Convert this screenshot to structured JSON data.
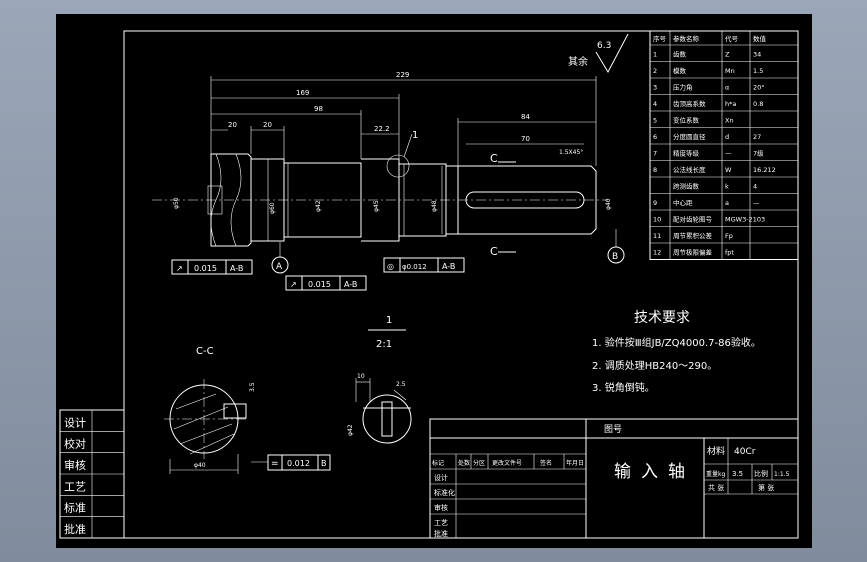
{
  "roughness": {
    "prefix": "其余",
    "value": "6.3"
  },
  "dimensions": {
    "overall": "229",
    "d_169": "169",
    "d_98": "98",
    "d_84": "84",
    "d_70": "70",
    "d_20a": "20",
    "d_20b": "20",
    "d_22": "22.2",
    "chamfer": "1.5X45°",
    "dia1": "φ50",
    "dia2": "φ60",
    "dia3": "φ42",
    "dia4": "φ45",
    "dia5": "φ48",
    "dia6": "φ40",
    "section_width": "10",
    "section_depth": "3.5",
    "detail_h": "10",
    "detail_w": "2.5"
  },
  "section_label": {
    "cut_left": "C",
    "cut_right": "C",
    "view_title": "C-C"
  },
  "detail": {
    "number": "1",
    "scale": "2:1"
  },
  "datums": {
    "a": "A",
    "b": "B"
  },
  "tolerances": [
    {
      "symbol": "↗",
      "value": "0.015",
      "datum": "A-B"
    },
    {
      "symbol": "↗",
      "value": "0.015",
      "datum": "A-B"
    },
    {
      "symbol": "◎",
      "value": "φ0.012",
      "datum": "A-B"
    },
    {
      "symbol": "=",
      "value": "0.012",
      "datum": "B"
    }
  ],
  "params": {
    "headers": [
      "序号",
      "参数名称",
      "代号",
      "数值"
    ],
    "rows": [
      [
        "1",
        "齿数",
        "Z",
        "34"
      ],
      [
        "2",
        "模数",
        "Mn",
        "1.5"
      ],
      [
        "3",
        "压力角",
        "α",
        "20°"
      ],
      [
        "4",
        "齿顶高系数",
        "h*a",
        "0.8"
      ],
      [
        "5",
        "变位系数",
        "Xn",
        ""
      ],
      [
        "6",
        "分度圆直径",
        "d",
        "27"
      ],
      [
        "7",
        "精度等级",
        "—",
        "7级"
      ],
      [
        "8",
        "公法线长度",
        "W",
        "16.212"
      ],
      [
        "",
        "跨测齿数",
        "k",
        "4"
      ],
      [
        "9",
        "中心距",
        "a",
        "—"
      ],
      [
        "10",
        "配对齿轮图号",
        "MGW3-2103",
        ""
      ],
      [
        "11",
        "周节累积公差",
        "Fp",
        ""
      ],
      [
        "12",
        "周节极限偏差",
        "fpt",
        ""
      ]
    ]
  },
  "tech": {
    "title": "技术要求",
    "items": [
      "1. 验件按Ⅲ组JB/ZQ4000.7-86验收。",
      "2. 调质处理HB240～290。",
      "3. 锐角倒钝。"
    ]
  },
  "left_block": [
    "设计",
    "校对",
    "审核",
    "工艺",
    "标准",
    "批准"
  ],
  "title_block": {
    "drawing_no": "图号",
    "part_name": "输入轴",
    "material_label": "材料",
    "material": "40Cr",
    "weight_label": "重量kg",
    "weight": "3.5",
    "scale_label": "比例",
    "scale": "1:1.5",
    "sheets": "共 张",
    "sheet": "第 张",
    "rev_cols": [
      "标记",
      "处数",
      "分区",
      "更改文件号",
      "签名",
      "年月日"
    ],
    "sign_rows": [
      "设计",
      "审核",
      "工艺"
    ],
    "sign_extra": [
      "标准化",
      "批准"
    ]
  }
}
